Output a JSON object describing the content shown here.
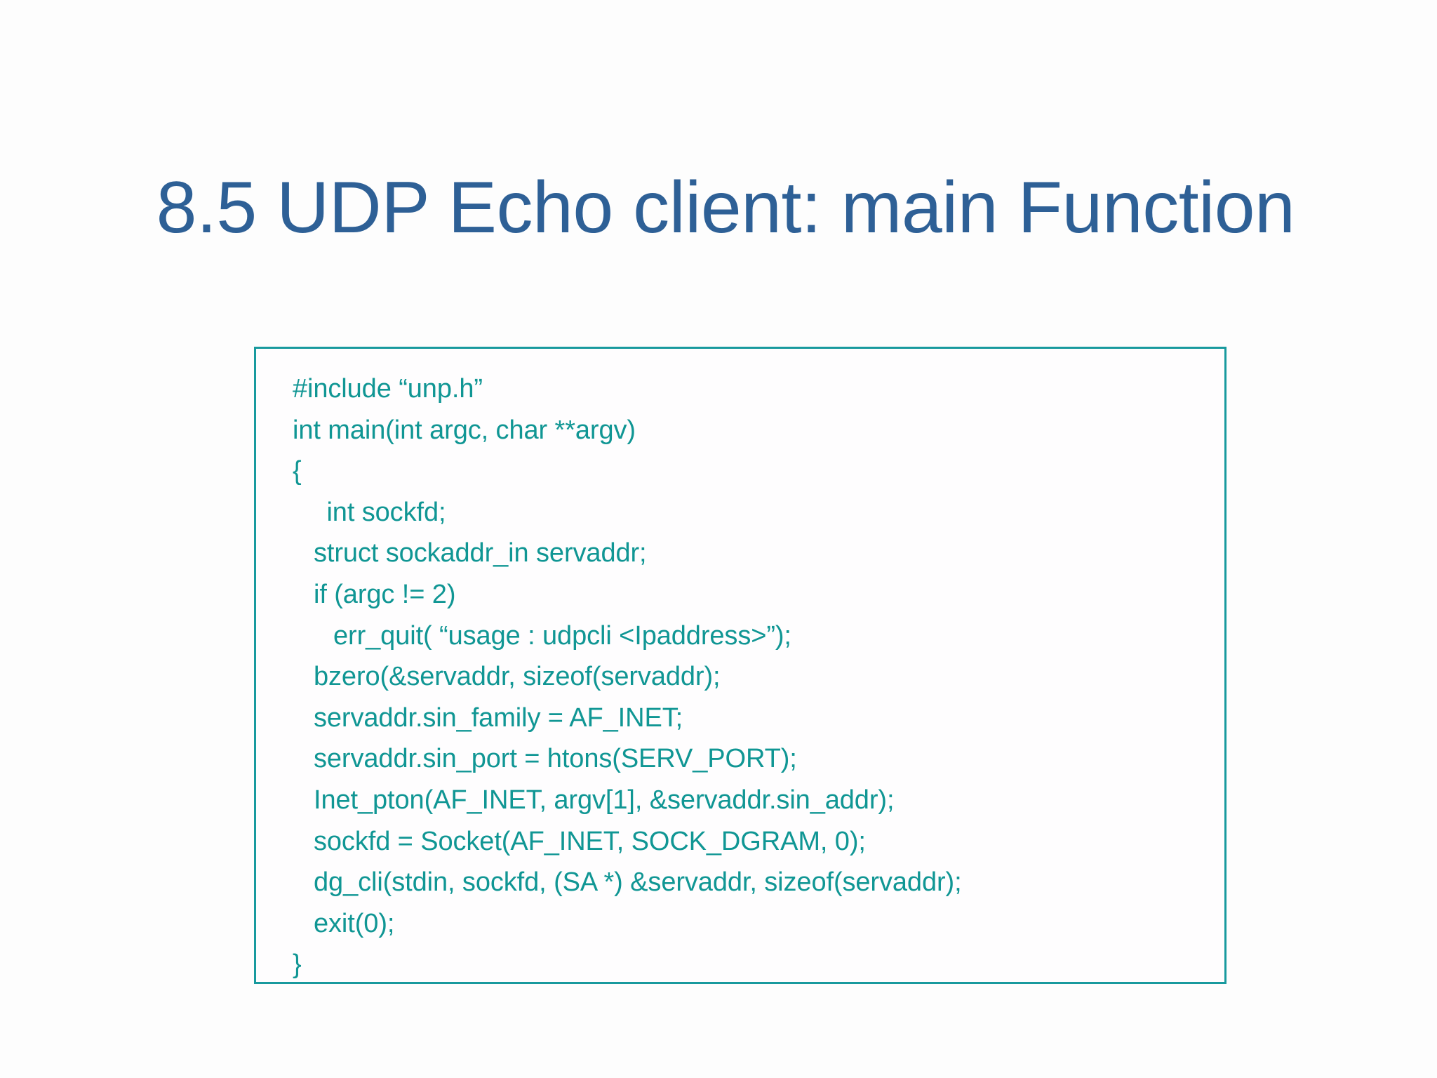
{
  "slide": {
    "title": "8.5 UDP Echo client: main Function",
    "title_color": "#2E6096",
    "background_color": "#FFFFFF"
  },
  "code_box": {
    "border_color": "#189A9E",
    "text_color": "#109694",
    "lines": [
      {
        "text": "#include “unp.h”",
        "indent": 0
      },
      {
        "text": "int main(int argc, char **argv)",
        "indent": 0
      },
      {
        "text": "{",
        "indent": 0
      },
      {
        "text": " int sockfd;",
        "indent": 2
      },
      {
        "text": "struct sockaddr_in servaddr;",
        "indent": 1
      },
      {
        "text": "if (argc != 2)",
        "indent": 1
      },
      {
        "text": "err_quit( “usage : udpcli <Ipaddress>”);",
        "indent": 3
      },
      {
        "text": "bzero(&servaddr, sizeof(servaddr);",
        "indent": 1
      },
      {
        "text": "servaddr.sin_family = AF_INET;",
        "indent": 1
      },
      {
        "text": "servaddr.sin_port = htons(SERV_PORT);",
        "indent": 1
      },
      {
        "text": "Inet_pton(AF_INET, argv[1], &servaddr.sin_addr);",
        "indent": 1
      },
      {
        "text": "sockfd = Socket(AF_INET, SOCK_DGRAM, 0);",
        "indent": 1
      },
      {
        "text": "dg_cli(stdin, sockfd, (SA *) &servaddr, sizeof(servaddr);",
        "indent": 1
      },
      {
        "text": "exit(0);",
        "indent": 1
      },
      {
        "text": "}",
        "indent": 0
      }
    ]
  }
}
